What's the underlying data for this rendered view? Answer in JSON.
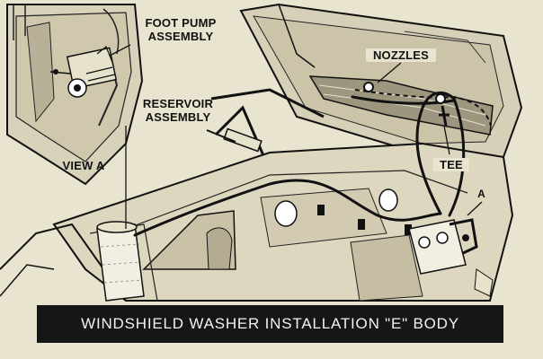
{
  "labels": {
    "foot_pump": [
      "FOOT PUMP",
      "ASSEMBLY"
    ],
    "reservoir": [
      "RESERVOIR",
      "ASSEMBLY"
    ],
    "nozzles": "NOZZLES",
    "tee": "TEE",
    "view_a": "VIEW A",
    "callout_a": "A"
  },
  "caption": "WINDSHIELD WASHER INSTALLATION \"E\" BODY",
  "colors": {
    "paper": "#e9e4cf",
    "ink": "#161616",
    "caption_text": "#f2f2f2"
  }
}
